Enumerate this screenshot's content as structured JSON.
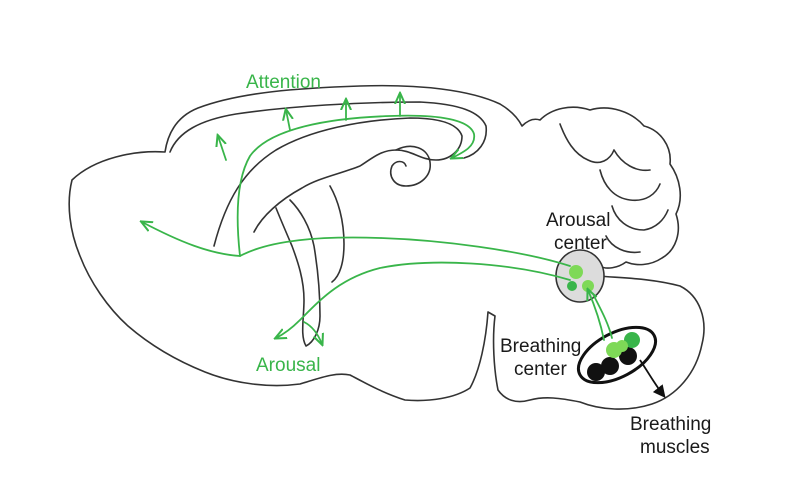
{
  "labels": {
    "attention": "Attention",
    "arousal": "Arousal",
    "arousal_center_line1": "Arousal",
    "arousal_center_line2": "center",
    "breathing_center_line1": "Breathing",
    "breathing_center_line2": "center",
    "breathing_muscles_line1": "Breathing",
    "breathing_muscles_line2": "muscles"
  },
  "colors": {
    "pathway": "#39b54a",
    "neuron_light": "#7ed957",
    "neuron_dark": "#111111",
    "outline": "#333333"
  }
}
